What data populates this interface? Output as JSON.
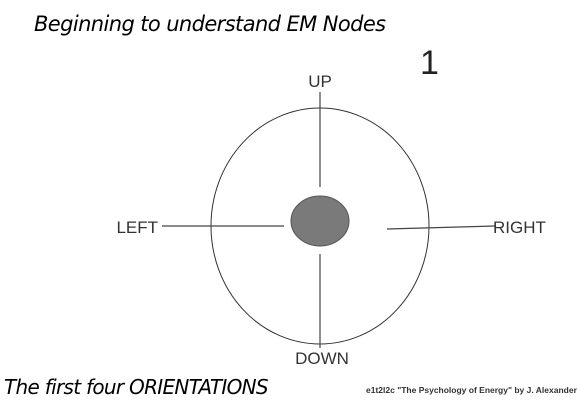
{
  "title": "Beginning to understand EM Nodes",
  "page_number": "1",
  "diagram": {
    "labels": {
      "up": "UP",
      "down": "DOWN",
      "left": "LEFT",
      "right": "RIGHT"
    },
    "colors": {
      "center_node": "#7a7a7a",
      "lines": "#444444",
      "label_text": "#333333"
    }
  },
  "caption": "The first four ORIENTATIONS",
  "credit": "e1t2l2c \"The Psychology of Energy\" by J. Alexander"
}
